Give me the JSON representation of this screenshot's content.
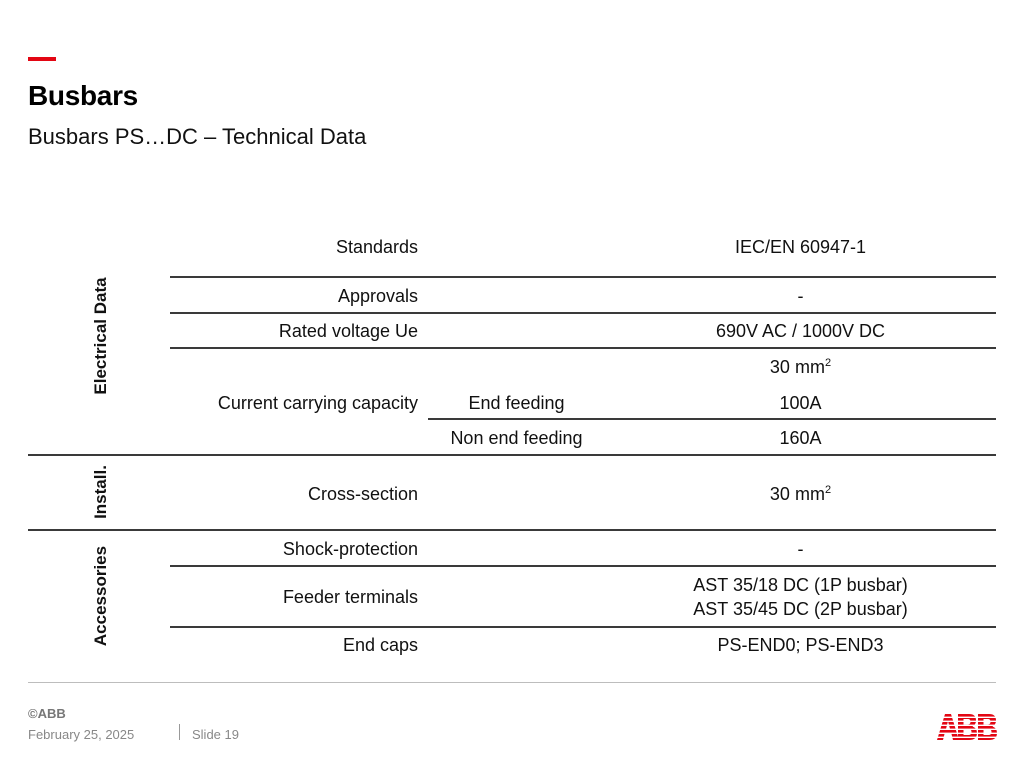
{
  "header": {
    "title": "Busbars",
    "subtitle": "Busbars PS…DC – Technical Data"
  },
  "sections": {
    "electrical": "Electrical Data",
    "install": "Install.",
    "accessories": "Accessories"
  },
  "rows": {
    "standards": {
      "label": "Standards",
      "value": "IEC/EN 60947-1"
    },
    "approvals": {
      "label": "Approvals",
      "value": "-"
    },
    "rated_voltage": {
      "label": "Rated voltage Ue",
      "value": "690V AC / 1000V DC"
    },
    "current": {
      "label": "Current carrying capacity",
      "cross_section_value": "30 mm",
      "superscript": "2",
      "end_feeding": {
        "label": "End feeding",
        "value": "100A"
      },
      "non_end_feeding": {
        "label": "Non end feeding",
        "value": "160A"
      }
    },
    "cross_section": {
      "label": "Cross-section",
      "value": "30 mm",
      "superscript": "2"
    },
    "shock": {
      "label": "Shock-protection",
      "value": "-"
    },
    "feeder": {
      "label": "Feeder terminals",
      "value_line1": "AST 35/18 DC (1P busbar)",
      "value_line2": "AST 35/45 DC (2P busbar)"
    },
    "end_caps": {
      "label": "End caps",
      "value": "PS-END0; PS-END3"
    }
  },
  "footer": {
    "copyright": "©ABB",
    "date": "February 25, 2025",
    "slide": "Slide 19"
  },
  "logo": {
    "text": "ABB",
    "color": "#e30613"
  },
  "colors": {
    "accent": "#e30613"
  }
}
